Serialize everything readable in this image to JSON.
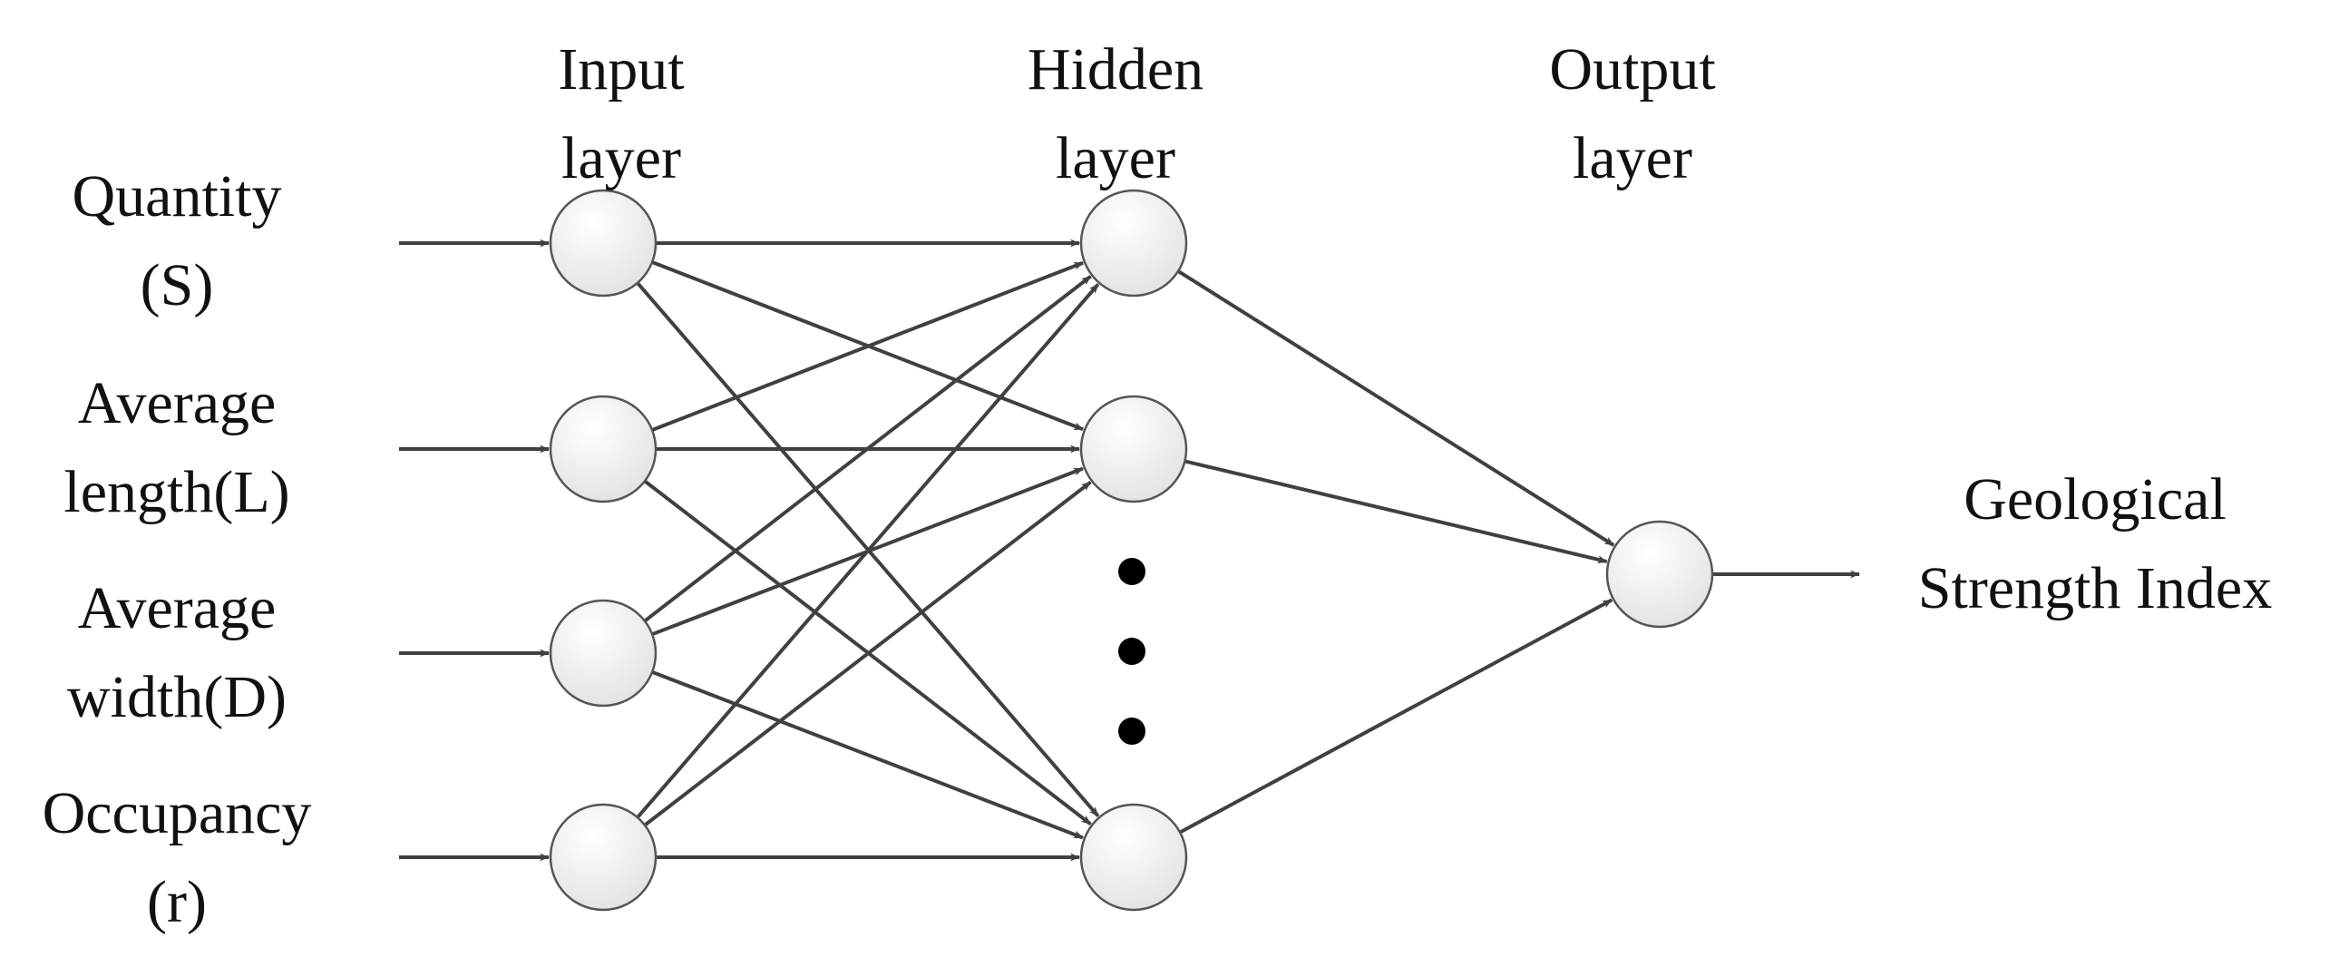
{
  "layers": {
    "input": {
      "line1": "Input",
      "line2": "layer"
    },
    "hidden": {
      "line1": "Hidden",
      "line2": "layer"
    },
    "output": {
      "line1": "Output",
      "line2": "layer"
    }
  },
  "inputs": [
    {
      "line1": "Quantity",
      "line2": "(S)"
    },
    {
      "line1": "Average",
      "line2": "length(L)"
    },
    {
      "line1": "Average",
      "line2": "width(D)"
    },
    {
      "line1": "Occupancy",
      "line2": "(r)"
    }
  ],
  "output": {
    "line1": "Geological",
    "line2": "Strength Index"
  },
  "colors": {
    "edge": "#404040",
    "node_stroke": "#555555",
    "node_fill_top": "#ffffff",
    "node_fill_bottom": "#e6e6e6",
    "ellipsis_dot": "#000000",
    "text": "#111111"
  }
}
